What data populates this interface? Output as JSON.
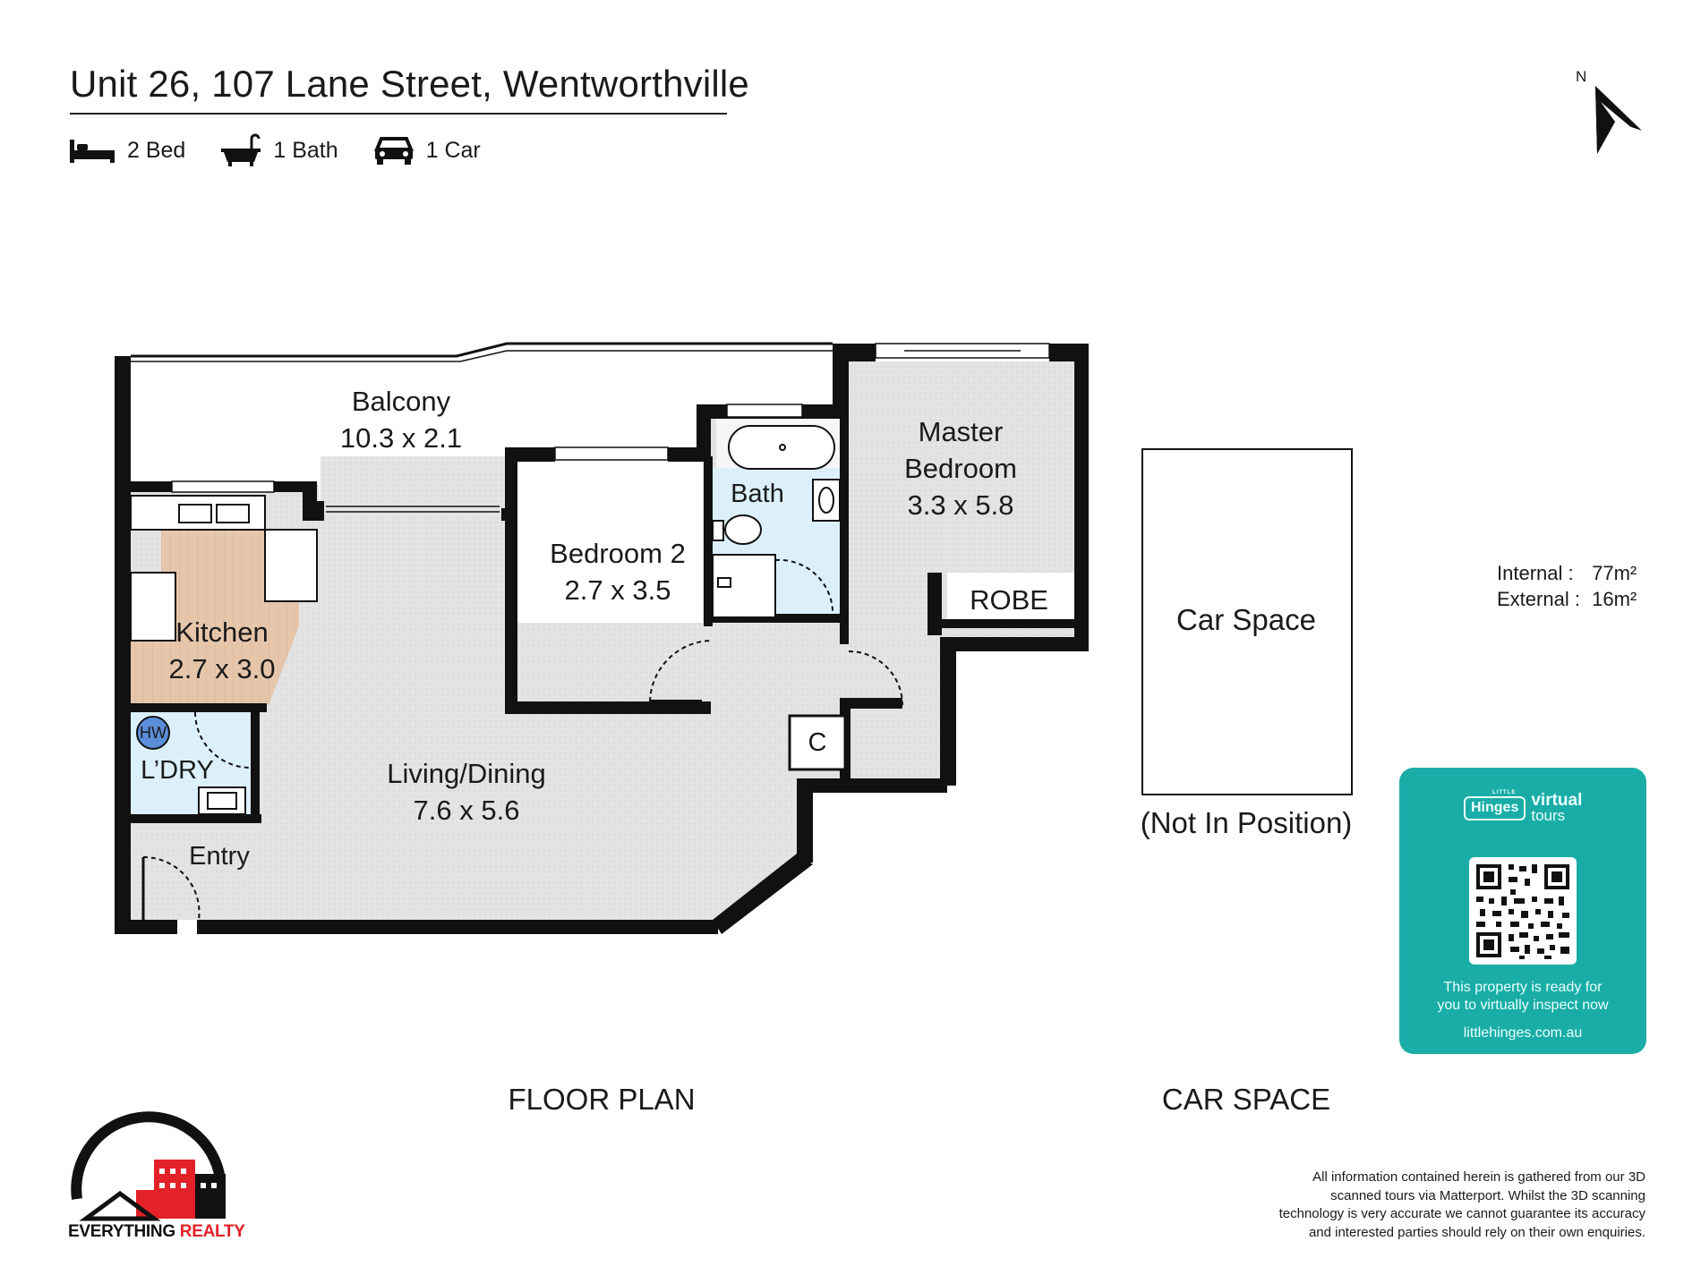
{
  "header": {
    "title": "Unit 26, 107 Lane Street, Wentworthville",
    "features": [
      {
        "icon": "bed-icon",
        "label": "2 Bed"
      },
      {
        "icon": "bath-icon",
        "label": "1 Bath"
      },
      {
        "icon": "car-icon",
        "label": "1 Car"
      }
    ]
  },
  "compass": {
    "label": "N",
    "icon": "north-arrow-icon"
  },
  "areas": {
    "internal_label": "Internal :",
    "internal_value": "77m²",
    "external_label": "External :",
    "external_value": "16m²"
  },
  "rooms": {
    "balcony": {
      "name": "Balcony",
      "size": "10.3 x 2.1"
    },
    "master": {
      "name1": "Master",
      "name2": "Bedroom",
      "size": "3.3 x 5.8"
    },
    "bath": {
      "name": "Bath"
    },
    "bedroom2": {
      "name": "Bedroom 2",
      "size": "2.7 x 3.5"
    },
    "kitchen": {
      "name": "Kitchen",
      "size": "2.7 x 3.0"
    },
    "robe": {
      "name": "ROBE"
    },
    "laundry": {
      "name": "L’DRY",
      "hw": "HW"
    },
    "living": {
      "name": "Living/Dining",
      "size": "7.6 x 5.6"
    },
    "entry": {
      "name": "Entry"
    },
    "cupboard": {
      "name": "C"
    }
  },
  "car_space": {
    "label": "Car Space",
    "note": "(Not In Position)"
  },
  "captions": {
    "floor_plan": "FLOOR PLAN",
    "car_space": "CAR SPACE"
  },
  "virtual_tour": {
    "brand_small": "LITTLE",
    "brand": "Hinges",
    "virtual": "virtual",
    "tours": "tours",
    "line1": "This property is ready for",
    "line2": "you to virtually inspect now",
    "url": "littlehinges.com.au"
  },
  "disclaimer": {
    "lines": [
      "All information contained herein is gathered from our 3D",
      "scanned tours via Matterport. Whilst the 3D scanning",
      "technology is very accurate we cannot guarantee its accuracy",
      "and interested parties should rely on their own enquiries."
    ]
  },
  "agency": {
    "name": "EVERYTHING REALTY"
  },
  "colors": {
    "wall": "#111111",
    "floor": "#e4e4e4",
    "wet": "#dcf0fb",
    "kitchen": "#e8c9b0",
    "teal": "#1aada7",
    "brand_red": "#e32128"
  }
}
